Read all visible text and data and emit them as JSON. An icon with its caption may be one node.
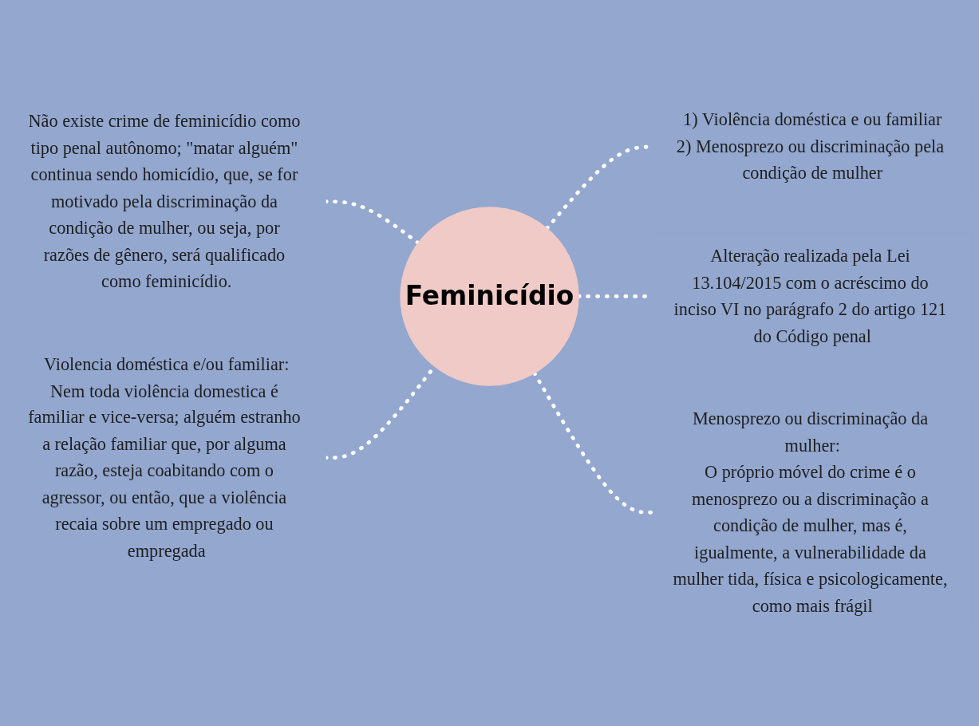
{
  "diagram": {
    "nodes": [
      {
        "text": [
          "Não existe crime de feminicídio como tipo penal autônomo; \"matar alguém\" continua sendo homicídio, que, se for motivado pela discriminação da condição de mulher, ou seja, por razões de gênero, será qualificado como feminicídio."
        ]
      },
      {
        "text": [
          "1) Violência doméstica e ou familiar",
          "2) Menosprezo ou discriminação pela condição de mulher"
        ]
      },
      {
        "text": [
          "Alteração realizada pela Lei 13.104/2015 com o acréscimo do inciso VI no parágrafo 2 do artigo 121 do Código penal"
        ]
      },
      {
        "text": [
          "Feminicídio"
        ]
      },
      {
        "text": [
          "Violencia doméstica e/ou familiar:",
          "Nem toda violência domestica é familiar e vice-versa; alguém estranho a relação familiar que, por alguma razão, esteja coabitando com o agressor, ou então, que a violência recaia sobre um empregado ou empregada"
        ]
      },
      {
        "text": [
          "Menosprezo ou discriminação da mulher:",
          "O próprio móvel do crime é o menosprezo ou a discriminação a condição de mulher, mas é, igualmente, a vulnerabilidade da mulher tida, física e psicologicamente, como mais frágil"
        ]
      }
    ],
    "edges": [
      {
        "from": 3,
        "to": 0,
        "arrow": "none",
        "style": "dashed"
      },
      {
        "from": 3,
        "to": 1,
        "arrow": "none",
        "style": "dashed"
      },
      {
        "from": 3,
        "to": 2,
        "arrow": "none",
        "style": "dashed"
      },
      {
        "from": 3,
        "to": 4,
        "arrow": "none",
        "style": "dashed"
      },
      {
        "from": 3,
        "to": 5,
        "arrow": "none",
        "style": "dashed"
      }
    ]
  }
}
